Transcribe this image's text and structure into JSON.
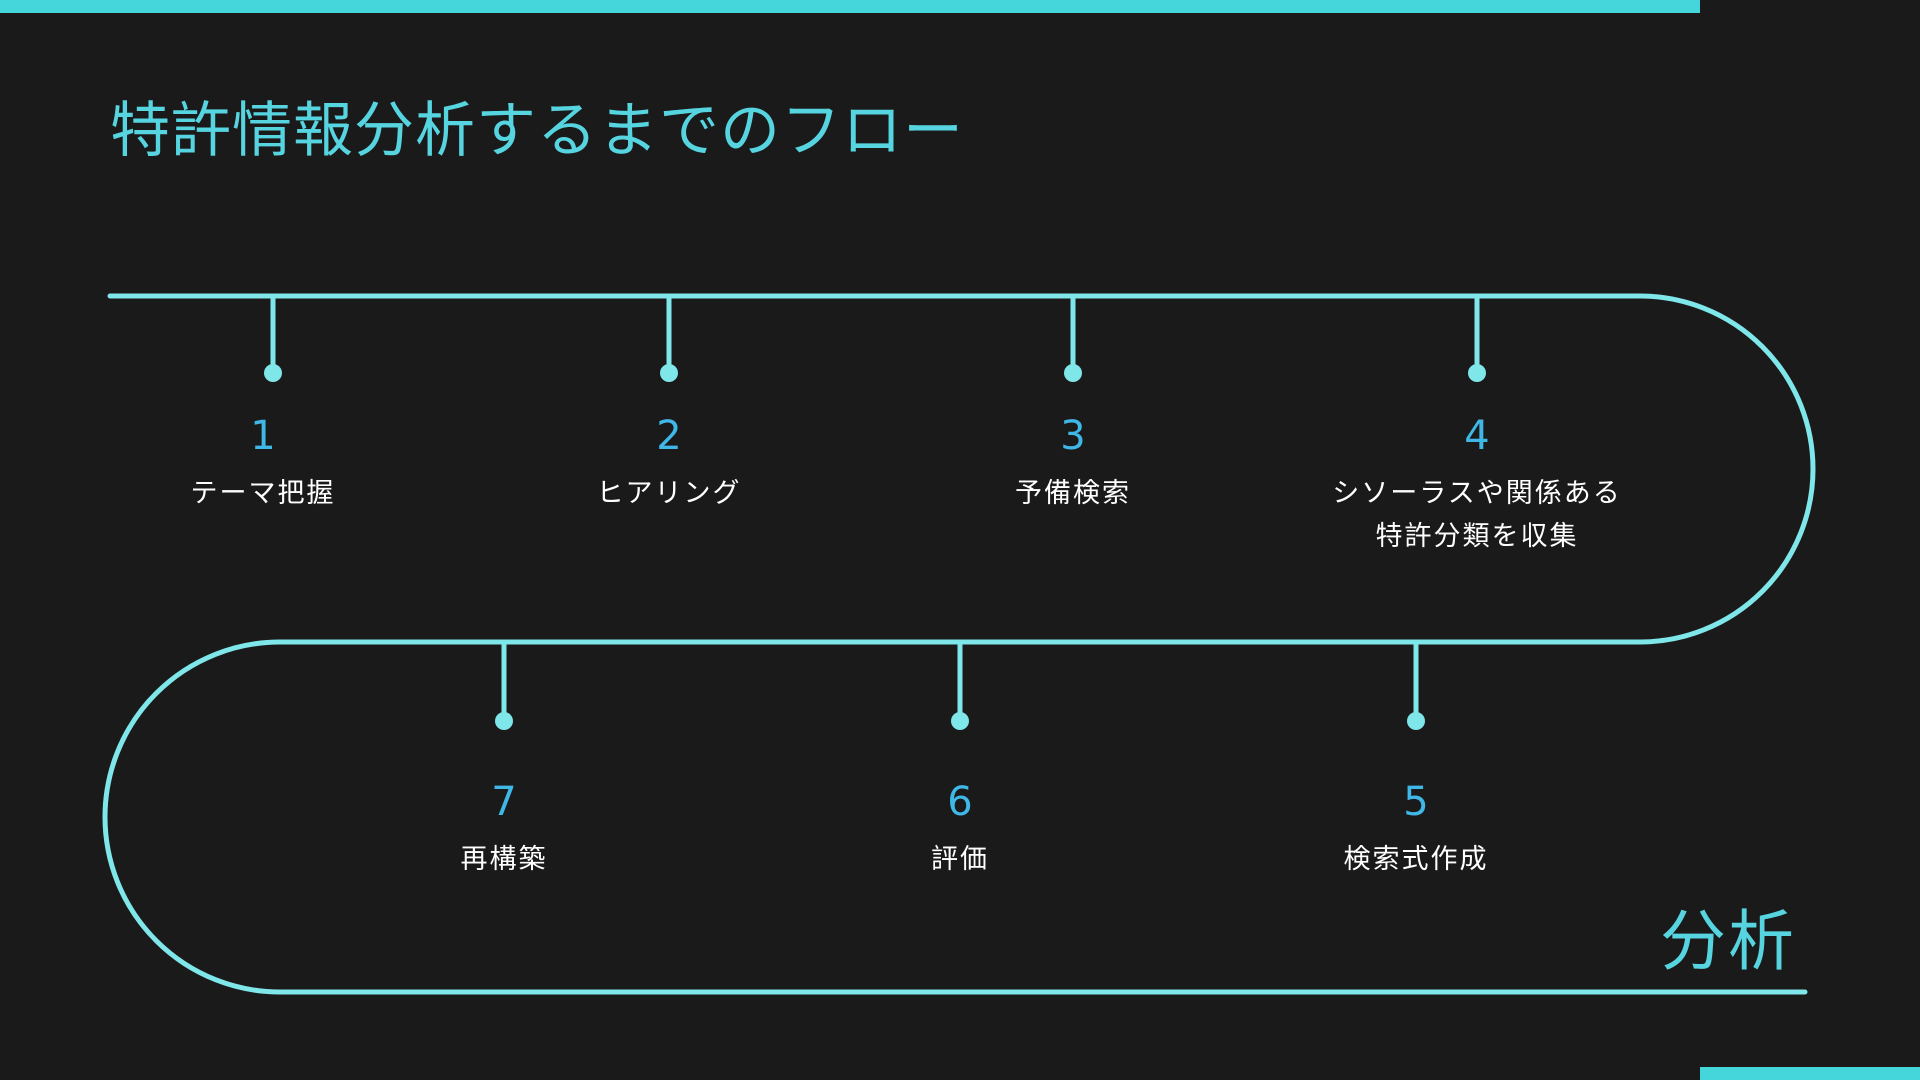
{
  "title": "特許情報分析するまでのフロー",
  "end_label": "分析",
  "colors": {
    "background": "#1a1a1a",
    "path": "#7fe6ea",
    "accent": "#45d6dc",
    "number": "#3fb8e8",
    "title": "#56d4e0",
    "text": "#ffffff"
  },
  "steps": [
    {
      "number": "1",
      "label": "テーマ把握",
      "label_line2": ""
    },
    {
      "number": "2",
      "label": "ヒアリング",
      "label_line2": ""
    },
    {
      "number": "3",
      "label": "予備検索",
      "label_line2": ""
    },
    {
      "number": "4",
      "label": "シソーラスや関係ある",
      "label_line2": "特許分類を収集"
    },
    {
      "number": "5",
      "label": "検索式作成",
      "label_line2": ""
    },
    {
      "number": "6",
      "label": "評価",
      "label_line2": ""
    },
    {
      "number": "7",
      "label": "再構築",
      "label_line2": ""
    }
  ]
}
